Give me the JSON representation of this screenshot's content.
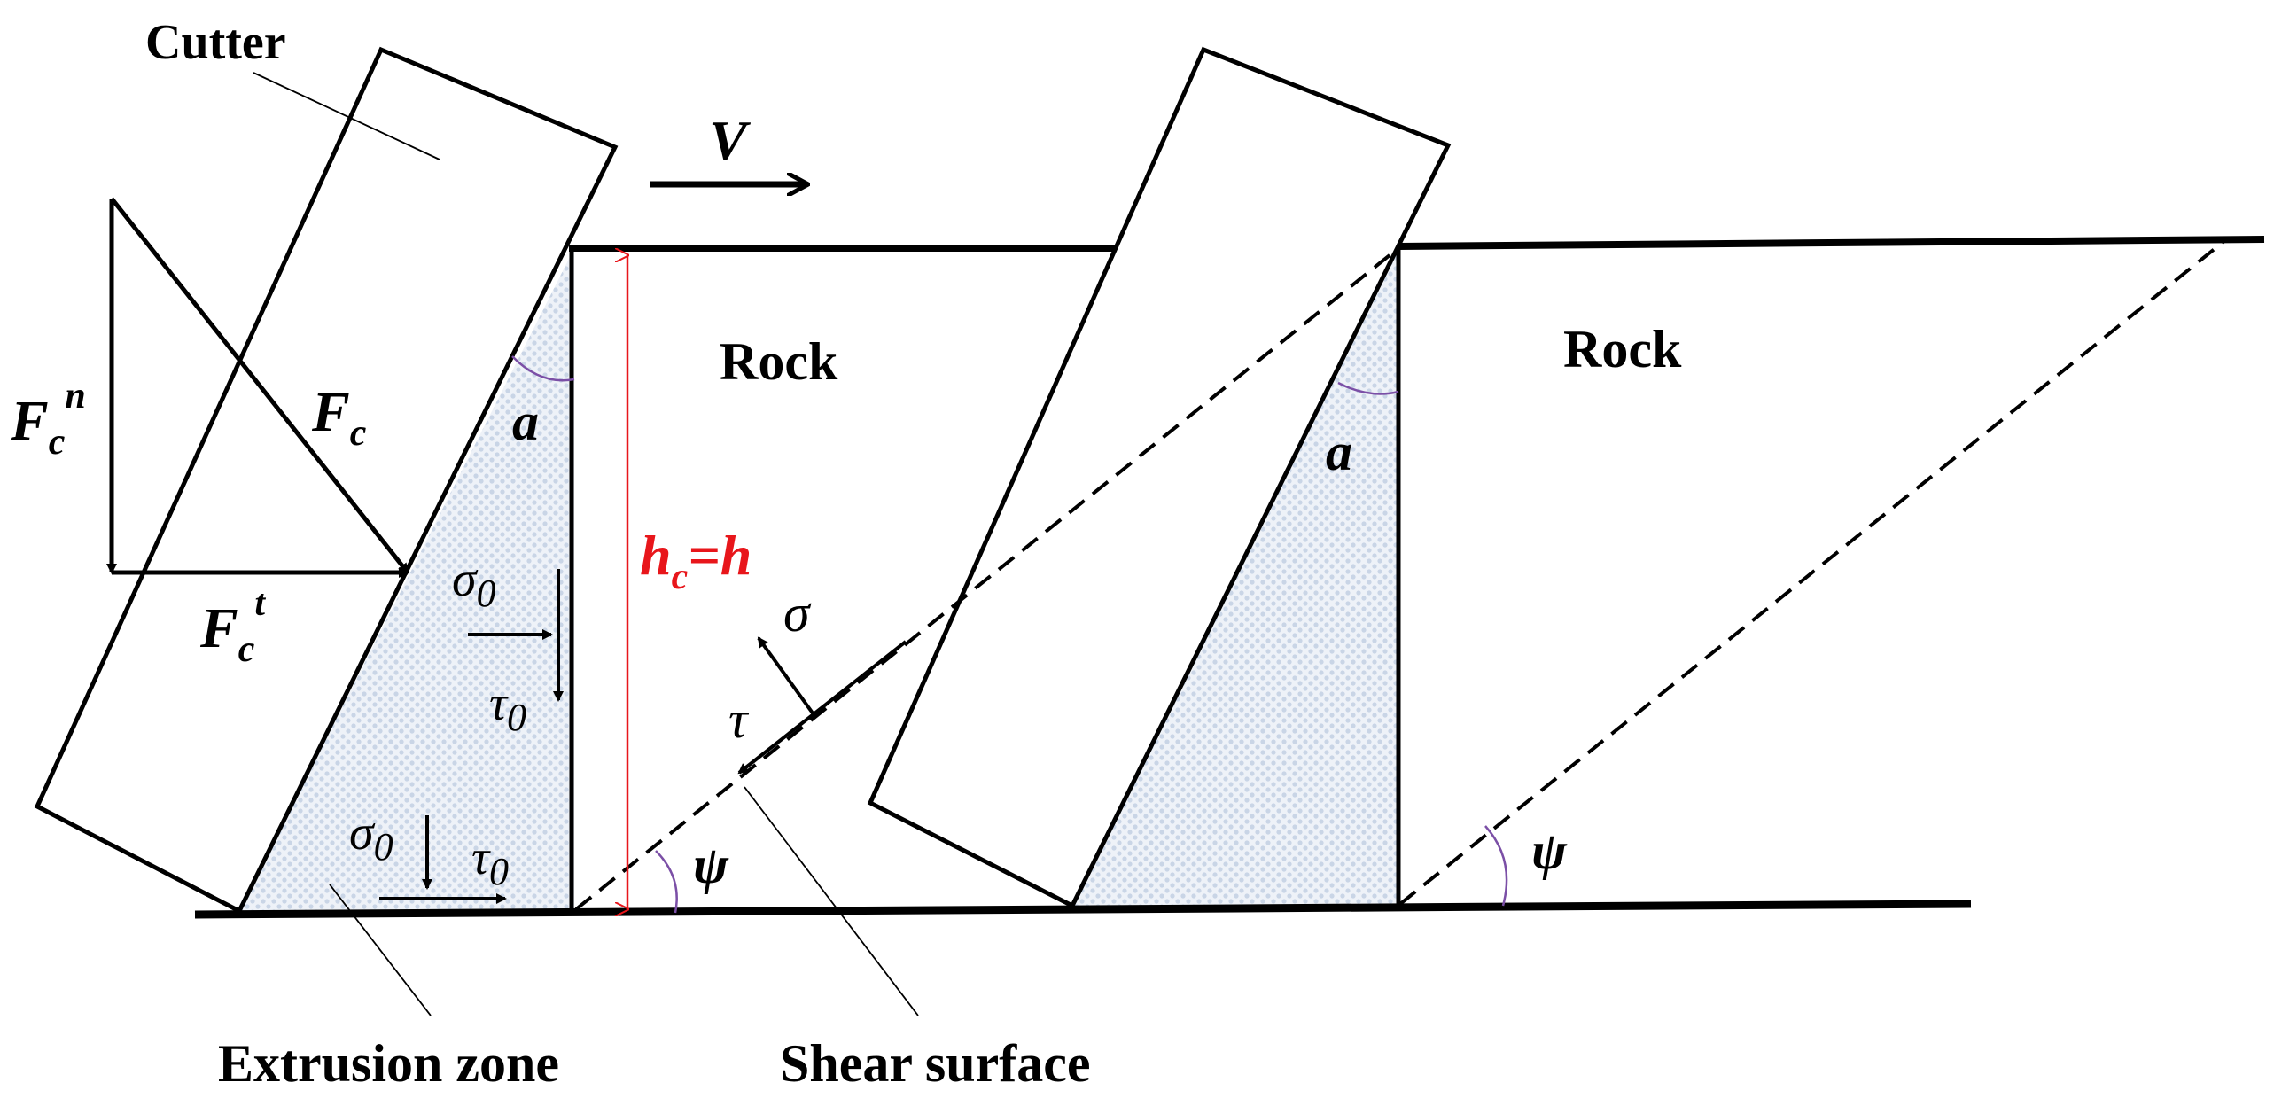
{
  "labels": {
    "cutter": "Cutter",
    "velocity": "V",
    "rock_left": "Rock",
    "rock_right": "Rock",
    "rake_angle_left": "a",
    "rake_angle_right": "a",
    "shear_angle_left": "ψ",
    "shear_angle_right": "ψ",
    "extrusion_zone": "Extrusion zone",
    "shear_surface": "Shear surface",
    "normal_stress": "σ",
    "shear_stress": "τ",
    "sigma0_a": "σ",
    "sigma0_b": "σ",
    "tau0_a": "τ",
    "tau0_b": "τ",
    "zero_sub": "0",
    "force_F": "F",
    "force_c_sub": "c",
    "force_n_sup": "n",
    "force_t_sup": "t",
    "height_h": "h",
    "height_c_sub": "c",
    "height_eq": "=h"
  },
  "colors": {
    "line": "#000000",
    "dimension": "#e8161b",
    "angle_arc": "#7b4fa6",
    "zone_fill": "#dbe4ef"
  }
}
